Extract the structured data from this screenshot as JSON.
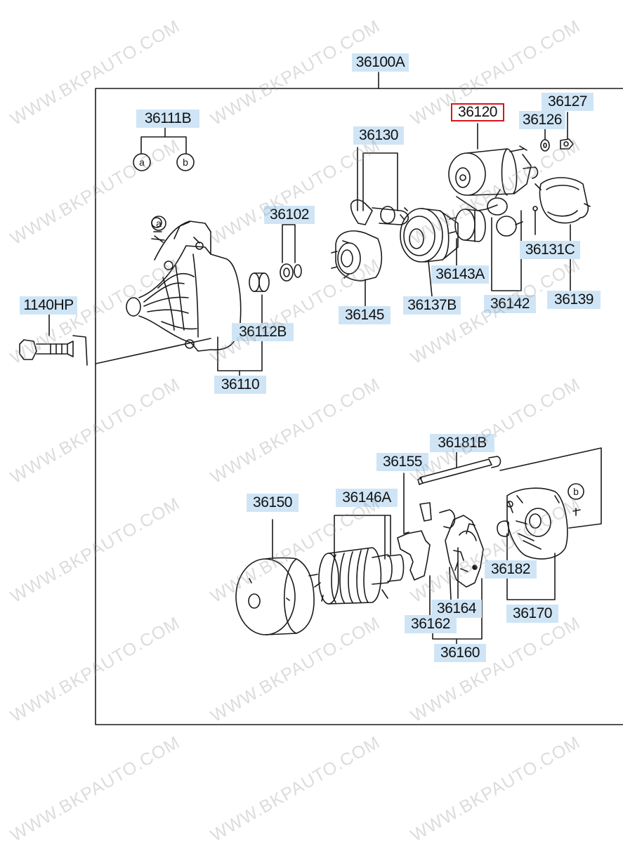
{
  "watermark": "WWW.BKPAUTO.COM",
  "assembly_label": "36100A",
  "selected_part": "36120",
  "callouts": {
    "p36111B": "36111B",
    "p36130": "36130",
    "p36120": "36120",
    "p36126": "36126",
    "p36127": "36127",
    "p36102": "36102",
    "p36131C": "36131C",
    "p36143A": "36143A",
    "p1140HP": "1140HP",
    "p36145": "36145",
    "p36137B": "36137B",
    "p36142": "36142",
    "p36139": "36139",
    "p36112B": "36112B",
    "p36110": "36110",
    "p36181B": "36181B",
    "p36155": "36155",
    "p36150": "36150",
    "p36146A": "36146A",
    "p36182": "36182",
    "p36164": "36164",
    "p36162": "36162",
    "p36170": "36170",
    "p36160": "36160"
  },
  "markers": {
    "a": "a",
    "b": "b"
  },
  "colors": {
    "label_bg": "#cfe5f6",
    "highlight_border": "#d9141f",
    "line": "#1a1a1a"
  }
}
